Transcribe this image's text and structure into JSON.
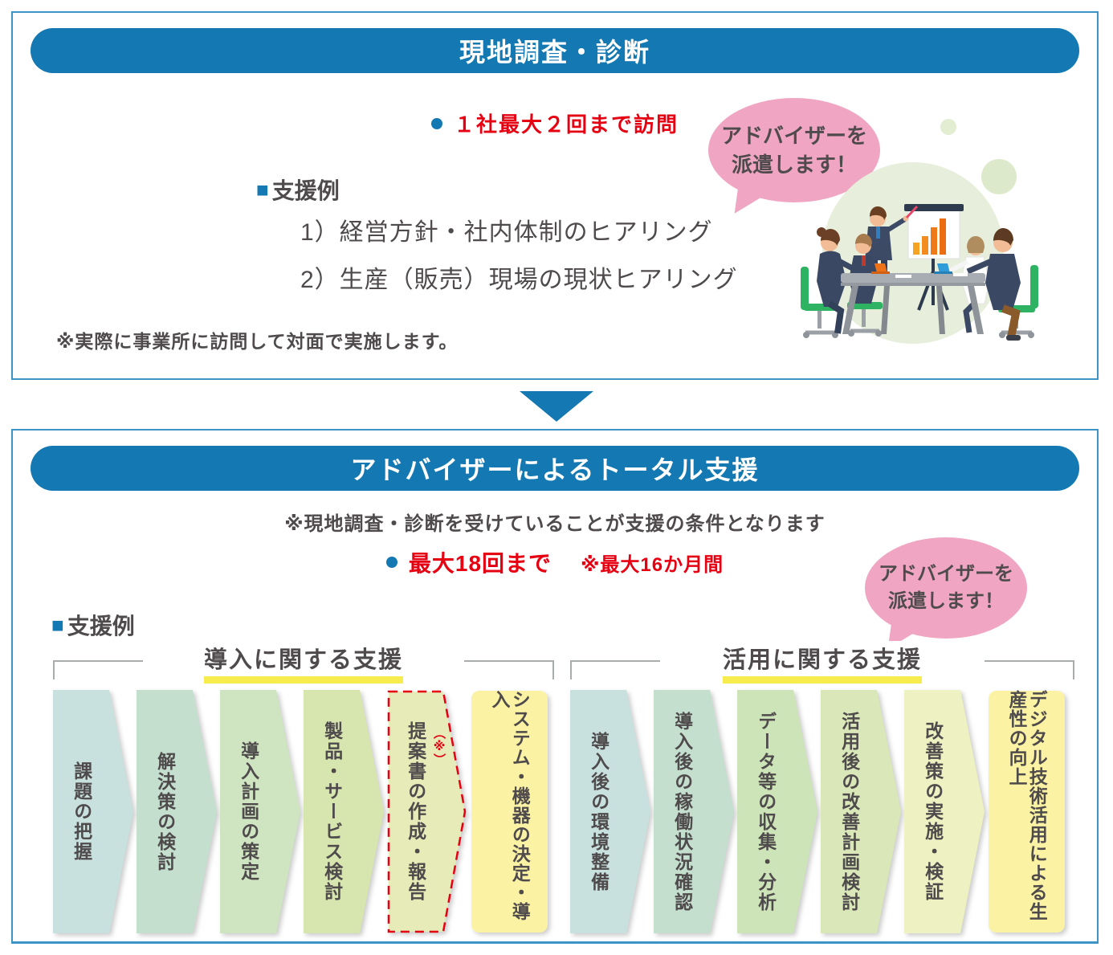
{
  "colors": {
    "banner_blue": "#1478b2",
    "border_blue": "#3e94c4",
    "accent_red": "#e50012",
    "bubble_pink": "#f0a6c2",
    "highlight_yellow": "#f7ec4d",
    "text_gray": "#4f4b4c"
  },
  "section1": {
    "title": "現地調査・診断",
    "visit_limit": "１社最大２回まで訪問",
    "bubble": "アドバイザーを\n派遣します！",
    "example_heading": {
      "marker": "■",
      "label": "支援例"
    },
    "items": [
      "1）経営方針・社内体制のヒアリング",
      "2）生産（販売）現場の現状ヒアリング"
    ],
    "note": "※実際に事業所に訪問して対面で実施します。"
  },
  "section2": {
    "title": "アドバイザーによるトータル支援",
    "condition_note": "※現地調査・診断を受けていることが支援の条件となります",
    "session_limit_main": "最大18回まで",
    "session_limit_sub": "※最大16か月間",
    "bubble": "アドバイザーを\n派遣します！",
    "example_heading": {
      "marker": "■",
      "label": "支援例"
    },
    "groups": [
      {
        "label": "導入に関する支援",
        "steps": [
          {
            "label": "課題の把握",
            "color": "#c9e1de",
            "shape": "chevron"
          },
          {
            "label": "解決策の検討",
            "color": "#c5dfcf",
            "shape": "chevron"
          },
          {
            "label": "導入計画の策定",
            "color": "#cfe4c1",
            "shape": "chevron"
          },
          {
            "label": "製品・サービス検討",
            "color": "#d7e5ae",
            "shape": "chevron"
          },
          {
            "label": "提案書の作成・報告",
            "annotation": "（※）",
            "color": "#e7ebb8",
            "shape": "chevron-dashed"
          },
          {
            "label": "システム・機器の決定・導入",
            "color": "#fbf3a3",
            "shape": "rounded"
          }
        ]
      },
      {
        "label": "活用に関する支援",
        "steps": [
          {
            "label": "導入後の環境整備",
            "color": "#c9e1de",
            "shape": "chevron"
          },
          {
            "label": "導入後の稼働状況確認",
            "color": "#c5dfcf",
            "shape": "chevron"
          },
          {
            "label": "データ等の収集・分析",
            "color": "#cde4b8",
            "shape": "chevron"
          },
          {
            "label": "活用後の改善計画検討",
            "color": "#d9e7b9",
            "shape": "chevron"
          },
          {
            "label": "改善策の実施・検証",
            "color": "#eef1c1",
            "shape": "chevron"
          },
          {
            "label": "デジタル技術活用による生産性の向上",
            "color": "#fbf3a3",
            "shape": "rounded"
          }
        ]
      }
    ]
  }
}
